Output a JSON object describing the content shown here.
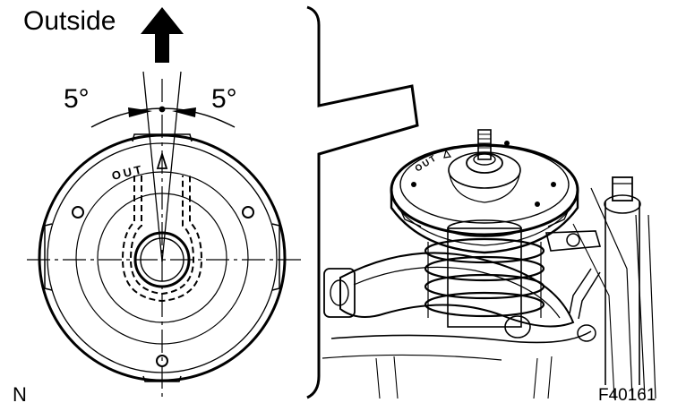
{
  "diagram": {
    "direction_label": "Outside",
    "angle_left": "5°",
    "angle_right": "5°",
    "mark_text": "OUT",
    "mark_text_3d": "OUT",
    "corner_label": "N",
    "figure_id": "F40161"
  },
  "icons": {
    "direction_arrow": "up-arrow-icon",
    "mark_triangle": "triangle-mark-icon"
  },
  "colors": {
    "ink": "#000000",
    "paper": "#ffffff"
  }
}
